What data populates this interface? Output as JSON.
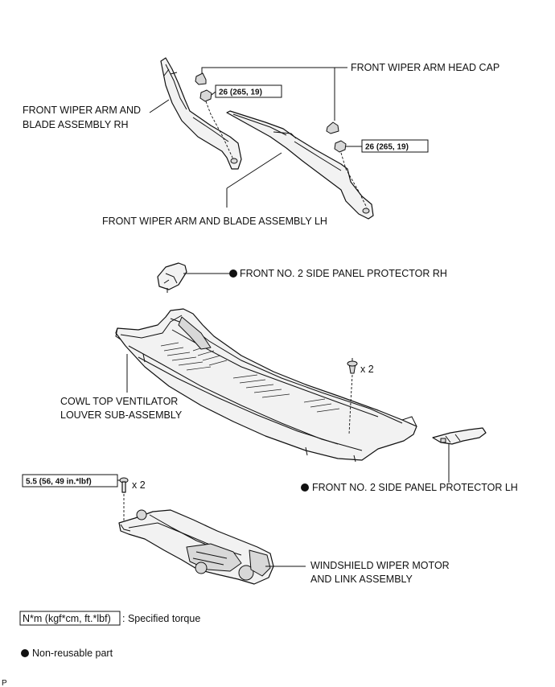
{
  "labels": {
    "head_cap": "FRONT WIPER ARM HEAD CAP",
    "arm_rh_line1": "FRONT WIPER ARM AND",
    "arm_rh_line2": "BLADE ASSEMBLY RH",
    "arm_lh": "FRONT WIPER ARM AND BLADE ASSEMBLY LH",
    "side_protector_rh": "FRONT NO. 2 SIDE PANEL PROTECTOR RH",
    "cowl_line1": "COWL TOP VENTILATOR",
    "cowl_line2": "LOUVER SUB-ASSEMBLY",
    "clip_qty": "x 2",
    "bolt_qty": "x 2",
    "side_protector_lh": "FRONT NO. 2 SIDE PANEL PROTECTOR LH",
    "motor_line1": "WINDSHIELD WIPER MOTOR",
    "motor_line2": "AND LINK ASSEMBLY"
  },
  "torques": {
    "rh_nut": "26 (265, 19)",
    "lh_nut": "26 (265, 19)",
    "motor_bolt": "5.5 (56, 49 in.*lbf)"
  },
  "legend": {
    "torque_box": "N*m (kgf*cm, ft.*lbf)",
    "torque_text": ": Specified torque",
    "nonreusable_text": "Non-reusable part"
  },
  "corner_mark": "P"
}
